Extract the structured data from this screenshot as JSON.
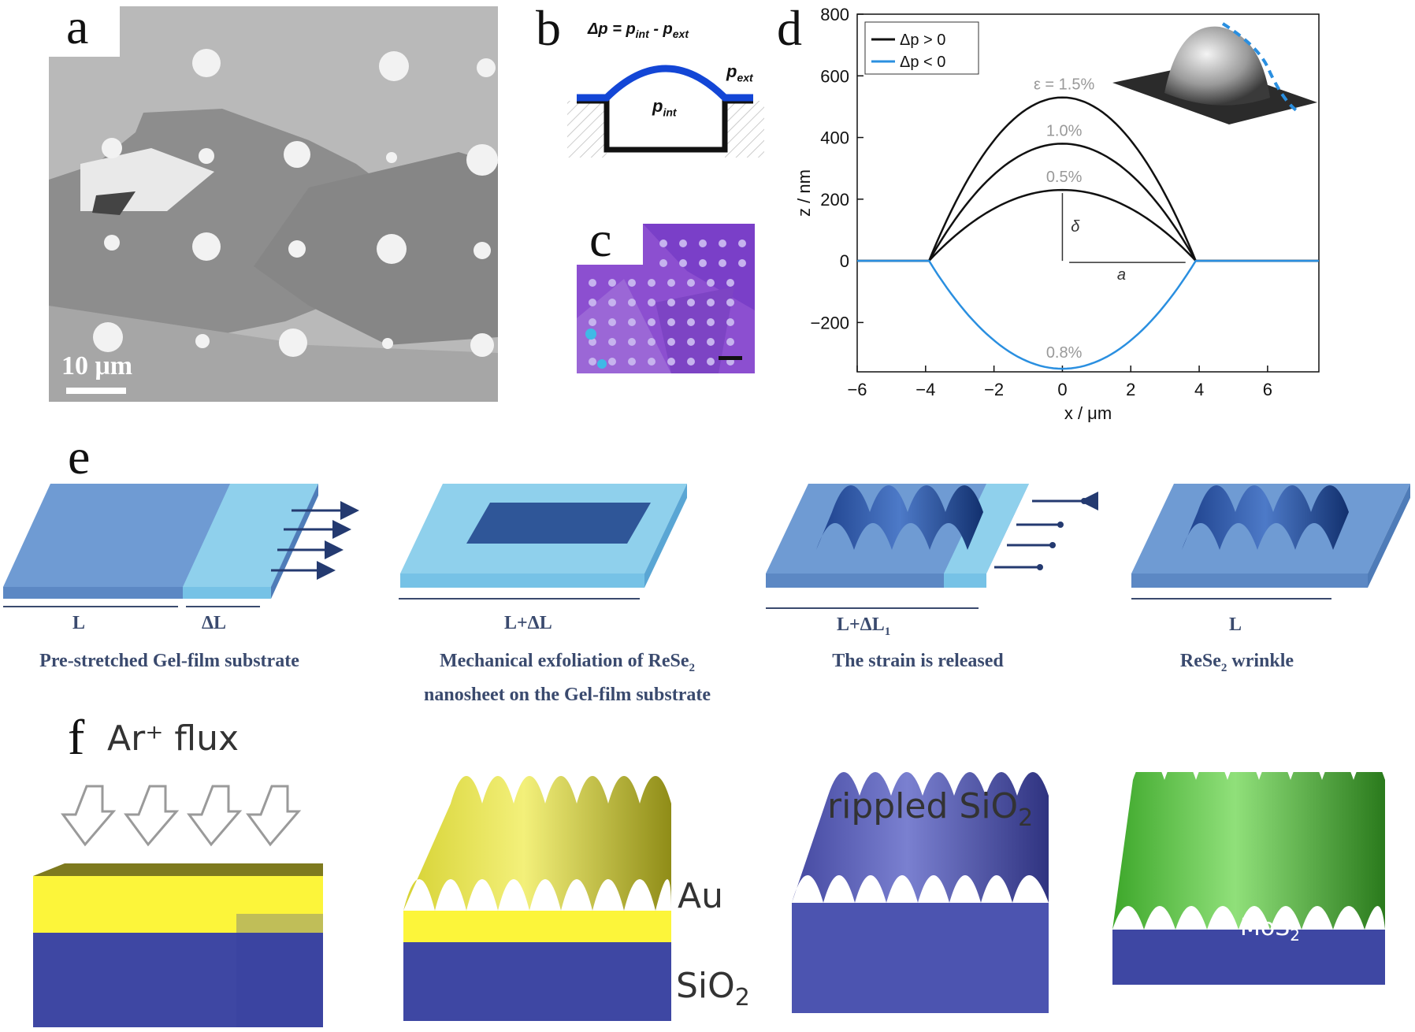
{
  "panels": {
    "a": {
      "label": "a",
      "scalebar": "10 μm"
    },
    "b": {
      "label": "b",
      "formula": "Δp = p",
      "formula_int_sub": "int",
      "formula_minus": " - p",
      "formula_ext_sub": "ext",
      "p_int": "p",
      "p_int_sub": "int",
      "p_ext": "p",
      "p_ext_sub": "ext"
    },
    "c": {
      "label": "c"
    },
    "d": {
      "label": "d"
    },
    "e": {
      "label": "e",
      "steps": [
        {
          "caption": "Pre-stretched Gel-film substrate",
          "dims": [
            "L",
            "ΔL"
          ]
        },
        {
          "caption_line1": "Mechanical exfoliation of ReSe",
          "caption_line1_sub": "2",
          "caption_line2": "nanosheet on the Gel-film substrate",
          "dims": [
            "L+ΔL"
          ]
        },
        {
          "caption": "The strain is released",
          "dims_main": "L+ΔL",
          "dims_sub": "1"
        },
        {
          "caption_main": "ReSe",
          "caption_sub": "2",
          "caption_rest": " wrinkle",
          "dims": [
            "L"
          ]
        }
      ]
    },
    "f": {
      "label": "f",
      "flux": "Ar⁺ flux",
      "au": "Au",
      "sio2_main": "SiO",
      "sio2_sub": "2",
      "rippled_main": "rippled SiO",
      "rippled_sub": "2",
      "mos2_main": "MoS",
      "mos2_sub": "2"
    }
  },
  "chart_data": {
    "type": "line",
    "title": "",
    "xlabel": "x / μm",
    "ylabel": "z / nm",
    "xlim": [
      -6,
      7.5
    ],
    "ylim": [
      -360,
      800
    ],
    "xticks": [
      -6,
      -4,
      -2,
      0,
      2,
      4,
      6
    ],
    "yticks": [
      -200,
      0,
      200,
      400,
      600,
      800
    ],
    "legend": {
      "placement": "top-left",
      "entries": [
        "Δp > 0",
        "Δp < 0"
      ]
    },
    "colors": {
      "positive": "#111111",
      "negative": "#2a8fe0",
      "annotation": "#999999"
    },
    "baseline_radius": 3.9,
    "series": [
      {
        "name": "Δp > 0",
        "strain_label": "ε = 1.5%",
        "peak": 530
      },
      {
        "name": "Δp > 0",
        "strain_label": "1.0%",
        "peak": 380
      },
      {
        "name": "Δp > 0",
        "strain_label": "0.5%",
        "peak": 230
      },
      {
        "name": "Δp < 0",
        "strain_label": "0.8%",
        "peak": -350
      }
    ],
    "annotations": {
      "delta": "δ",
      "radius": "a"
    }
  }
}
